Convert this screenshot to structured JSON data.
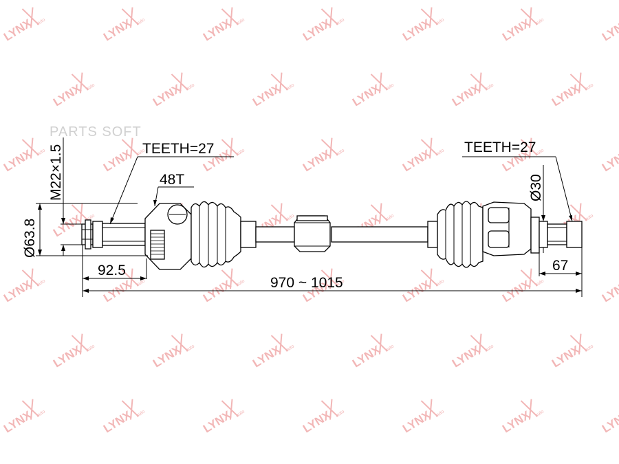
{
  "watermark": {
    "text": "LYNX",
    "sub": "auto"
  },
  "brand_text": "PARTS SOFT",
  "labels": {
    "teeth_left": "TEETH=27",
    "teeth_right": "TEETH=27",
    "abs_teeth": "48T",
    "thread": "M22×1.5",
    "diameter_left": "Ø63.8",
    "diameter_right": "Ø30",
    "dim_left": "92.5",
    "dim_right": "67",
    "dim_total": "970 ~ 1015"
  },
  "colors": {
    "watermark": "#f2b6b6",
    "line": "#000000",
    "brand": "#d0d0d0"
  }
}
